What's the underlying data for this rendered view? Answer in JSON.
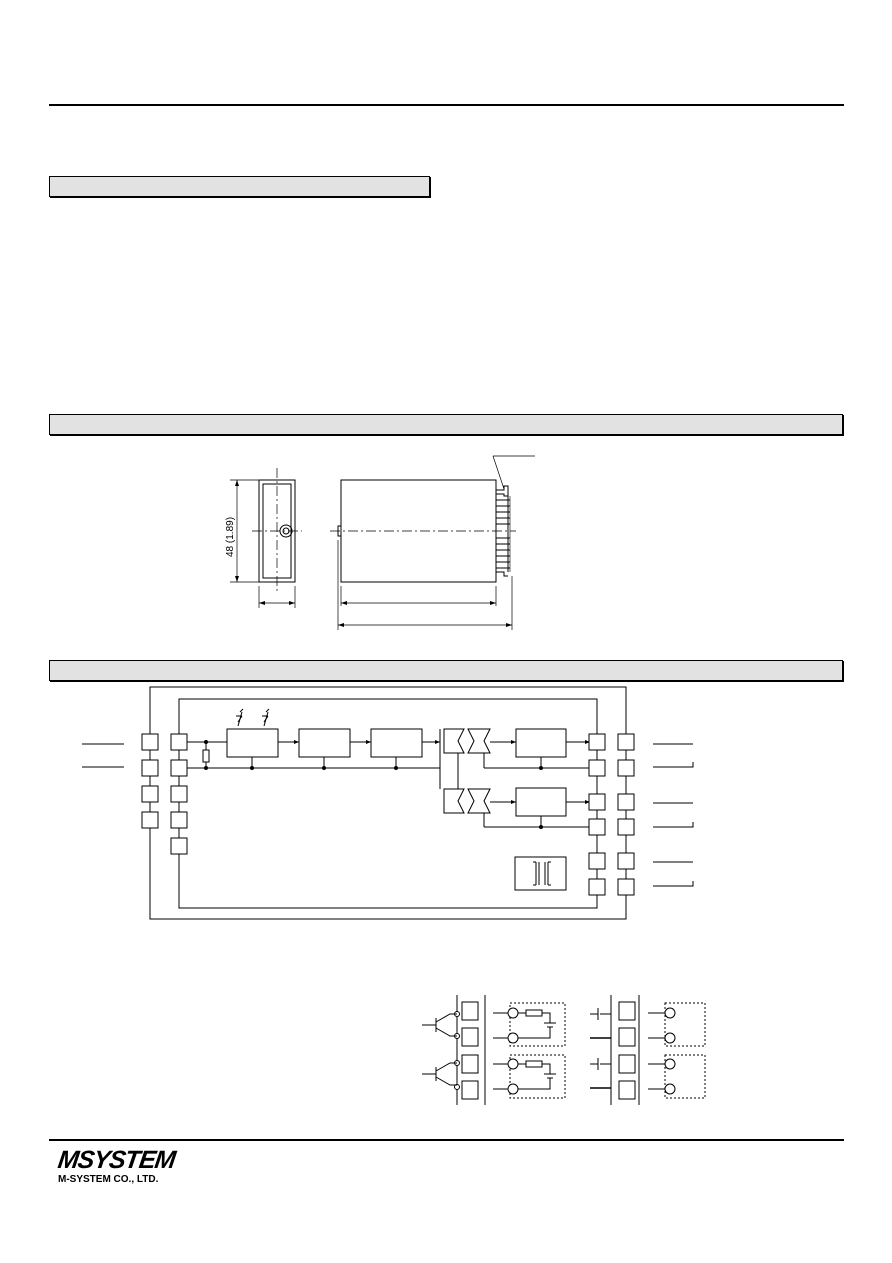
{
  "dimensions": {
    "height_label": "48 (1.89)"
  },
  "footer": {
    "logo_text": "MSYSTEM",
    "company_name": "M-SYSTEM CO., LTD."
  }
}
